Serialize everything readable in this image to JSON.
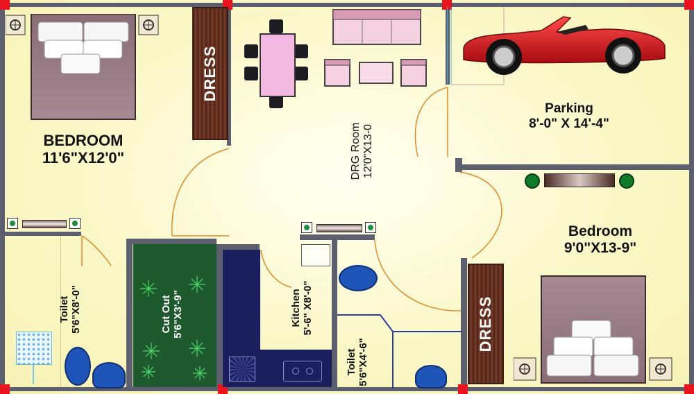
{
  "rooms": {
    "bedroom_main": {
      "name": "BEDROOM",
      "size": "11'6\"X12'0\""
    },
    "drg_room": {
      "name": "DRG Room",
      "size": "12'0\"X13-0"
    },
    "parking": {
      "name": "Parking",
      "size": "8'-0\" X 14'-4\""
    },
    "bedroom_2": {
      "name": "Bedroom",
      "size": "9'0\"X13-9\""
    },
    "toilet_left": {
      "name": "Toilet",
      "size": "5'6\"X8'-0\""
    },
    "cut_out": {
      "name": "Cut Out",
      "size": "5'6\"X3'-9\""
    },
    "kitchen": {
      "name": "Kitchen",
      "size": "5'-6\" X8'-0\""
    },
    "toilet_mid": {
      "name": "Toilet",
      "size": "5'6\"X4'-6\""
    }
  },
  "dress_label": "DRESS",
  "colors": {
    "floor": "#fbf8c8",
    "wall": "#5b5f6e",
    "pillar": "#e8141e",
    "cut_out": "#1e5a2e",
    "kitchen_counter": "#1c1f5e",
    "dress": "#6b3322",
    "car": "#d4141c",
    "sofa": "#f2c2d8"
  },
  "icons": [
    "bed-icon",
    "car-icon",
    "dining-table-icon",
    "sofa-icon",
    "toilet-icon",
    "plant-icon",
    "stove-icon",
    "sink-icon",
    "switchboard-icon",
    "shower-icon"
  ]
}
